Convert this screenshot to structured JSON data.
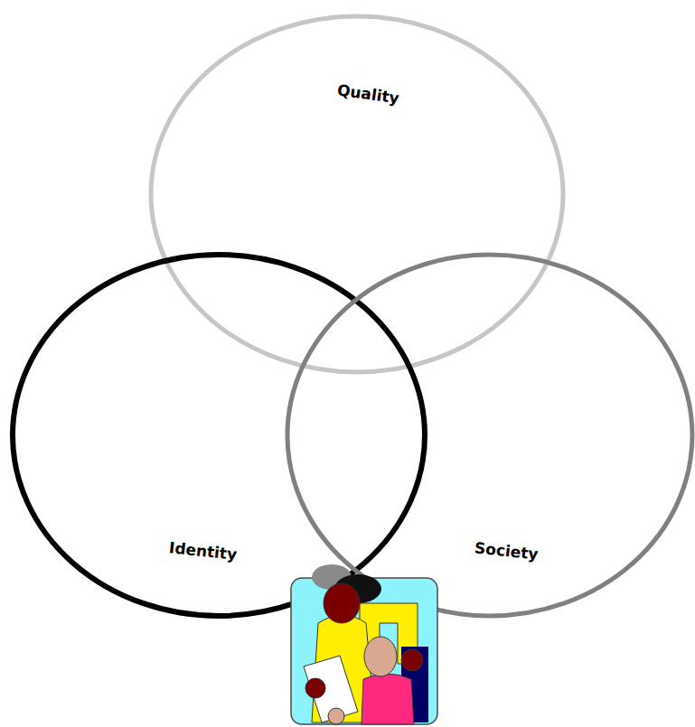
{
  "diagram": {
    "nodes": [
      {
        "text": [
          "Quality"
        ]
      },
      {
        "text": [
          "Identity"
        ]
      },
      {
        "text": [
          "Society"
        ]
      }
    ]
  }
}
